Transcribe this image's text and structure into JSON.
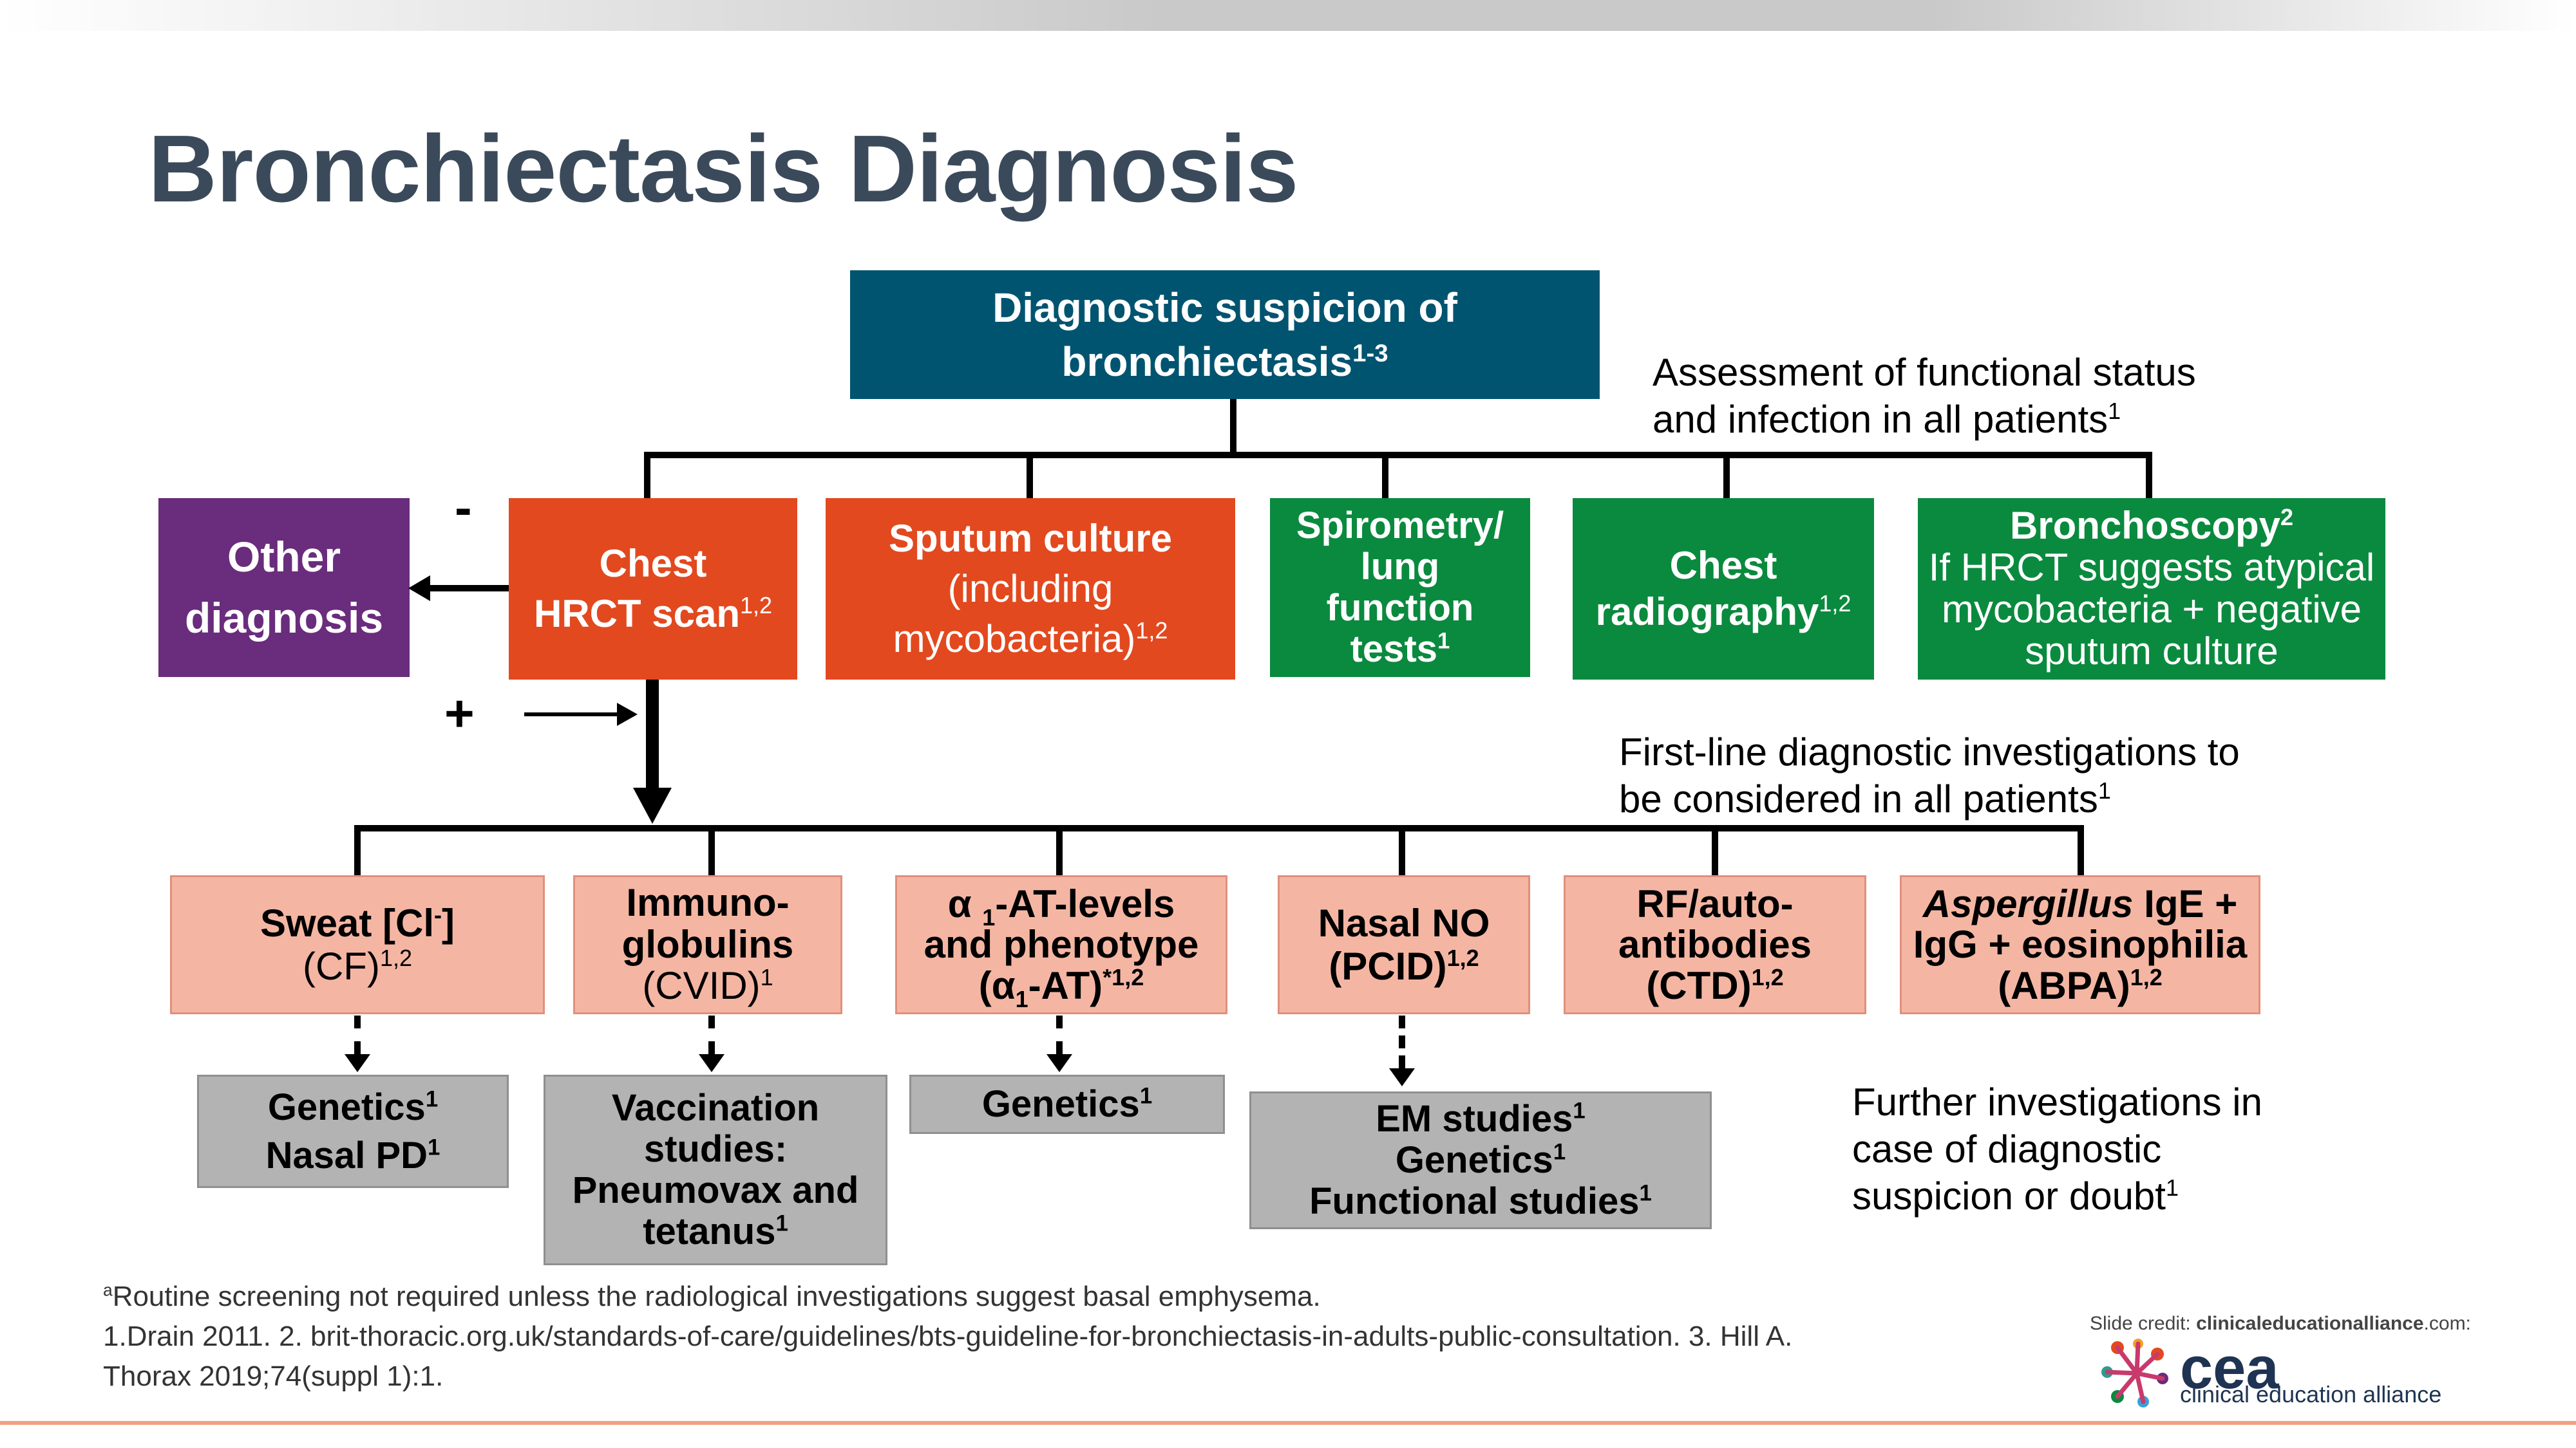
{
  "slide": {
    "title": "Bronchiectasis Diagnosis"
  },
  "top_box": {
    "line1": "Diagnostic suspicion of",
    "line2": "bronchiectasis",
    "line2_sup": "1-3"
  },
  "notes": {
    "assessment_line1": "Assessment of functional status",
    "assessment_line2": "and infection in all patients",
    "assessment_sup": "1",
    "first_line1": "First-line diagnostic investigations to",
    "first_line2": "be considered in all patients",
    "first_sup": "1",
    "further_line1": "Further investigations in",
    "further_line2": "case of diagnostic",
    "further_line3": "suspicion or doubt",
    "further_sup": "1"
  },
  "signs": {
    "minus": "-",
    "plus": "+"
  },
  "other_box": {
    "line1": "Other",
    "line2": "diagnosis"
  },
  "row1": {
    "chest_hrct": {
      "line1": "Chest",
      "line2": "HRCT scan",
      "sup": "1,2"
    },
    "sputum": {
      "line1": "Sputum culture",
      "line2": "(including",
      "line3": "mycobacteria)",
      "sup": "1,2"
    },
    "spirometry": {
      "line1": "Spirometry/",
      "line2": "lung",
      "line3": "function",
      "line4": "tests",
      "sup": "1"
    },
    "chest_radiography": {
      "line1": "Chest",
      "line2": "radiography",
      "sup": "1,2"
    },
    "bronchoscopy": {
      "line1": "Bronchoscopy",
      "sup": "2",
      "line2": "If HRCT suggests atypical",
      "line3": "mycobacteria + negative",
      "line4": "sputum culture"
    }
  },
  "row2": {
    "sweat": {
      "line1_a": "Sweat [Cl",
      "line1_sup": "-",
      "line1_b": "]",
      "line2": "(CF)",
      "sup": "1,2"
    },
    "immuno": {
      "line1": "Immuno-",
      "line2": "globulins",
      "line3": "(CVID)",
      "sup": "1"
    },
    "alpha": {
      "line1_a": "α ",
      "line1_sub": "1",
      "line1_b": "-AT-levels",
      "line2": "and phenotype",
      "line3_a": "(α",
      "line3_sub": "1",
      "line3_b": "-AT)",
      "sup": "*1,2"
    },
    "nasal_no": {
      "line1": "Nasal NO",
      "line2": "(PCID)",
      "sup": "1,2"
    },
    "rf": {
      "line1": "RF/auto-",
      "line2": "antibodies",
      "line3": "(CTD)",
      "sup": "1,2"
    },
    "aspergillus": {
      "line1_italic": "Aspergillus",
      "line1_rest": " IgE +",
      "line2": "IgG + eosinophilia",
      "line3": "(ABPA)",
      "sup": "1,2"
    }
  },
  "row3": {
    "genetics_pd": {
      "line1": "Genetics",
      "line1_sup": "1",
      "line2": "Nasal PD",
      "line2_sup": "1"
    },
    "vaccination": {
      "line1": "Vaccination",
      "line2": "studies:",
      "line3": "Pneumovax and",
      "line4": "tetanus",
      "sup": "1"
    },
    "genetics": {
      "line1": "Genetics",
      "sup": "1"
    },
    "em": {
      "line1": "EM studies",
      "line1_sup": "1",
      "line2": "Genetics",
      "line2_sup": "1",
      "line3": "Functional studies",
      "line3_sup": "1"
    }
  },
  "footer": {
    "note_sup": "a",
    "note": "Routine screening not required unless the radiological investigations suggest basal emphysema.",
    "ref_line1": "1.Drain 2011. 2. brit-thoracic.org.uk/standards-of-care/guidelines/bts-guideline-for-bronchiectasis-in-adults-public-consultation. 3. Hill A.",
    "ref_line2": "Thorax 2019;74(suppl 1):1."
  },
  "credit": {
    "prefix": "Slide credit: ",
    "site": "clinicaleducationalliance",
    "suffix": ".com:",
    "logo_text": "cea",
    "logo_sub": "clinical education alliance"
  },
  "colors": {
    "title": "#3b4a5a",
    "teal": "#005470",
    "purple": "#6a2c7c",
    "orange": "#e2491f",
    "green": "#0a8a3e",
    "pink": "#f4b6a3",
    "gray": "#b3b3b4"
  }
}
